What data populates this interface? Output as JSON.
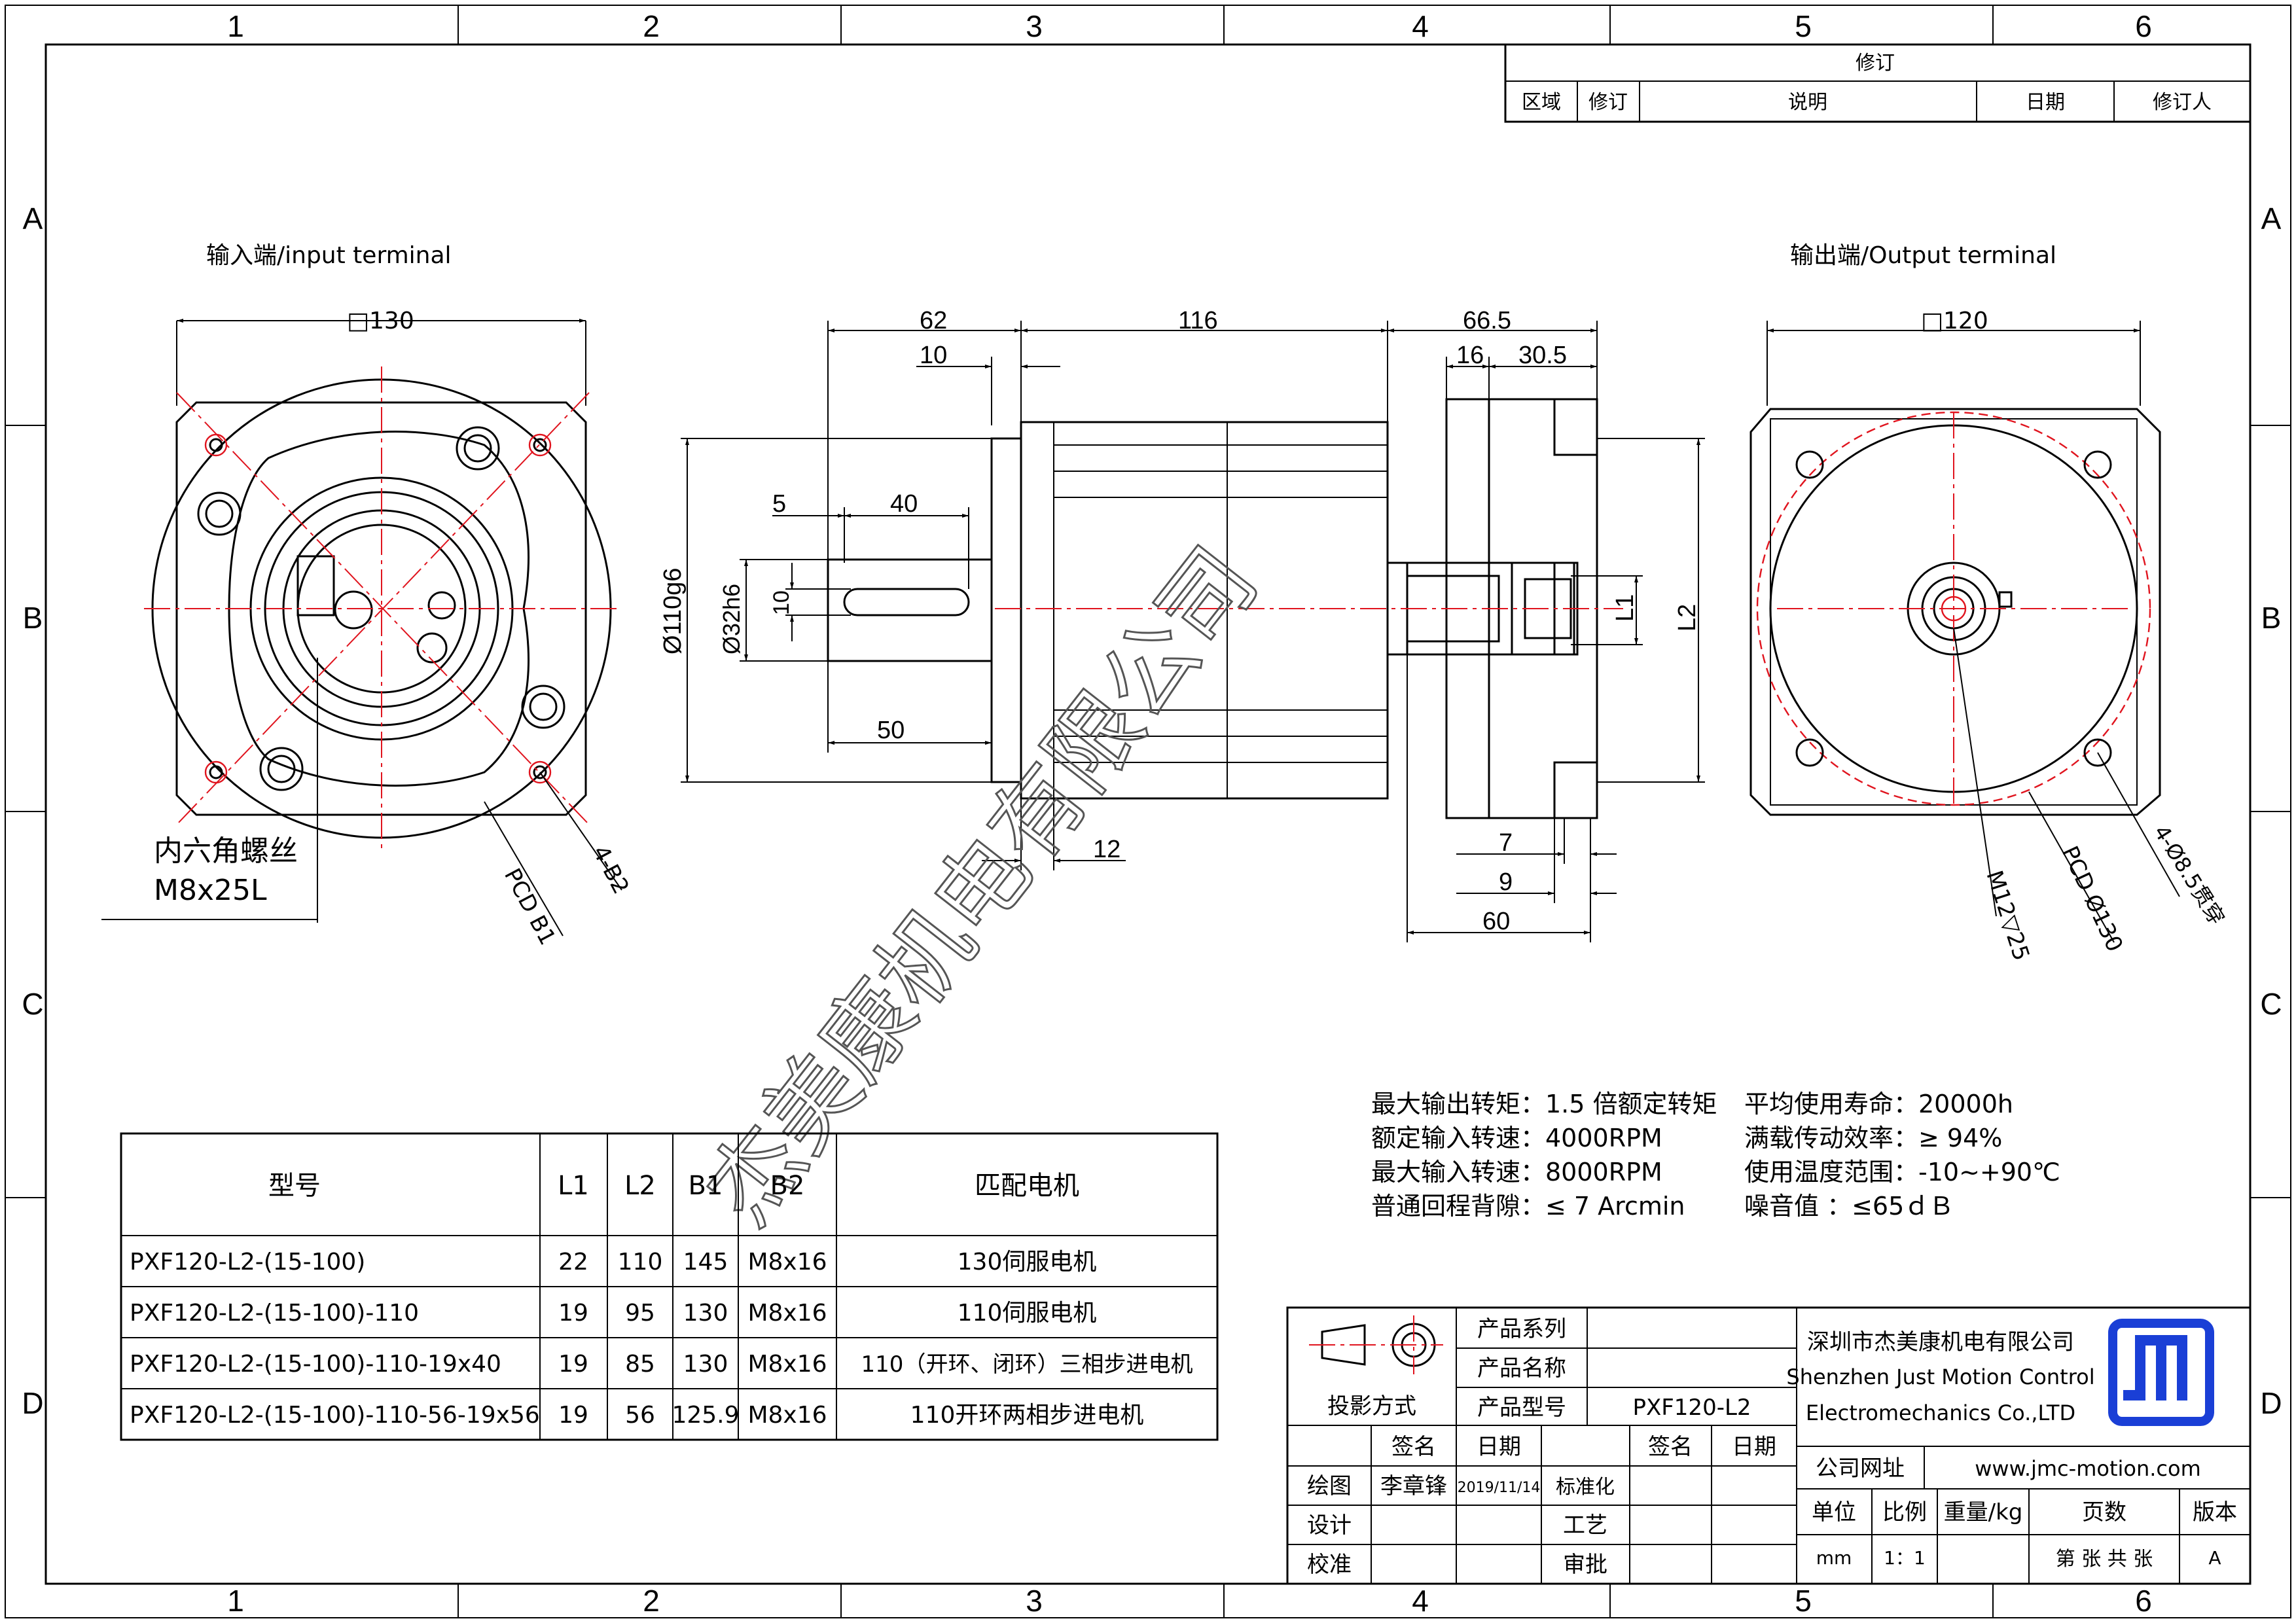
{
  "border": {
    "columns": [
      "1",
      "2",
      "3",
      "4",
      "5",
      "6"
    ],
    "rows": [
      "A",
      "B",
      "C",
      "D"
    ]
  },
  "revision": {
    "title": "修订",
    "headers": [
      "区域",
      "修订",
      "说明",
      "日期",
      "修订人"
    ]
  },
  "views": {
    "input_title": "输入端/input terminal",
    "output_title": "输出端/Output terminal"
  },
  "dims": {
    "input_square": "□130",
    "output_square": "□120",
    "d62": "62",
    "d116": "116",
    "d665": "66.5",
    "d10": "10",
    "d16": "16",
    "d305": "30.5",
    "d5": "5",
    "d40": "40",
    "d50": "50",
    "d12": "12",
    "d7": "7",
    "d9": "9",
    "d60": "60",
    "dia110": "Ø110g6",
    "dia32": "Ø32h6",
    "key10": "10",
    "L1": "L1",
    "L2": "L2",
    "pcdB1": "PCD B1",
    "b2": "4-B2",
    "m12": "M12▽25",
    "pcd130": "PCD Ø130",
    "holes": "4-Ø8.5贯穿"
  },
  "screw_note": [
    "内六角螺丝",
    "M8x25L"
  ],
  "specs_left": [
    "最大输出转矩：1.5 倍额定转矩",
    "额定输入转速：4000RPM",
    "最大输入转速：8000RPM",
    "普通回程背隙：≤ 7 Arcmin"
  ],
  "specs_right": [
    "平均使用寿命：20000h",
    "满载传动效率：≥   94%",
    "使用温度范围：-10~+90℃",
    "噪音值         ：≤65ｄＢ"
  ],
  "model_table": {
    "headers": [
      "型号",
      "L1",
      "L2",
      "B1",
      "B2",
      "匹配电机"
    ],
    "rows": [
      [
        "PXF120-L2-(15-100)",
        "22",
        "110",
        "145",
        "M8x16",
        "130伺服电机"
      ],
      [
        "PXF120-L2-(15-100)-110",
        "19",
        "95",
        "130",
        "M8x16",
        "110伺服电机"
      ],
      [
        "PXF120-L2-(15-100)-110-19x40",
        "19",
        "85",
        "130",
        "M8x16",
        "110（开环、闭环）三相步进电机"
      ],
      [
        "PXF120-L2-(15-100)-110-56-19x56",
        "19",
        "56",
        "125.9",
        "M8x16",
        "110开环两相步进电机"
      ]
    ]
  },
  "title_block": {
    "product_series": "产品系列",
    "product_name": "产品名称",
    "product_model": "产品型号",
    "model_value": "PXF120-L2",
    "projection": "投影方式",
    "sign": "签名",
    "date": "日期",
    "sign2": "签名",
    "date2": "日期",
    "draw": "绘图",
    "drawer": "李章锋",
    "draw_date": "2019/11/14",
    "standard": "标准化",
    "design": "设计",
    "craft": "工艺",
    "check": "校准",
    "approve": "审批",
    "company_cn": "深圳市杰美康机电有限公司",
    "company_en1": "Shenzhen Just Motion Control",
    "company_en2": "Electromechanics Co.,LTD",
    "website_label": "公司网址",
    "website": "www.jmc-motion.com",
    "unit": "单位",
    "scale": "比例",
    "weight": "重量/kg",
    "pages": "页数",
    "version": "版本",
    "unit_val": "mm",
    "scale_val": "1：1",
    "pages_val": "第 张 共 张",
    "version_val": "A"
  },
  "watermark": "杰美康机电有限公司",
  "colors": {
    "center_line": "#e0141e",
    "logo": "#1a3fd6"
  }
}
